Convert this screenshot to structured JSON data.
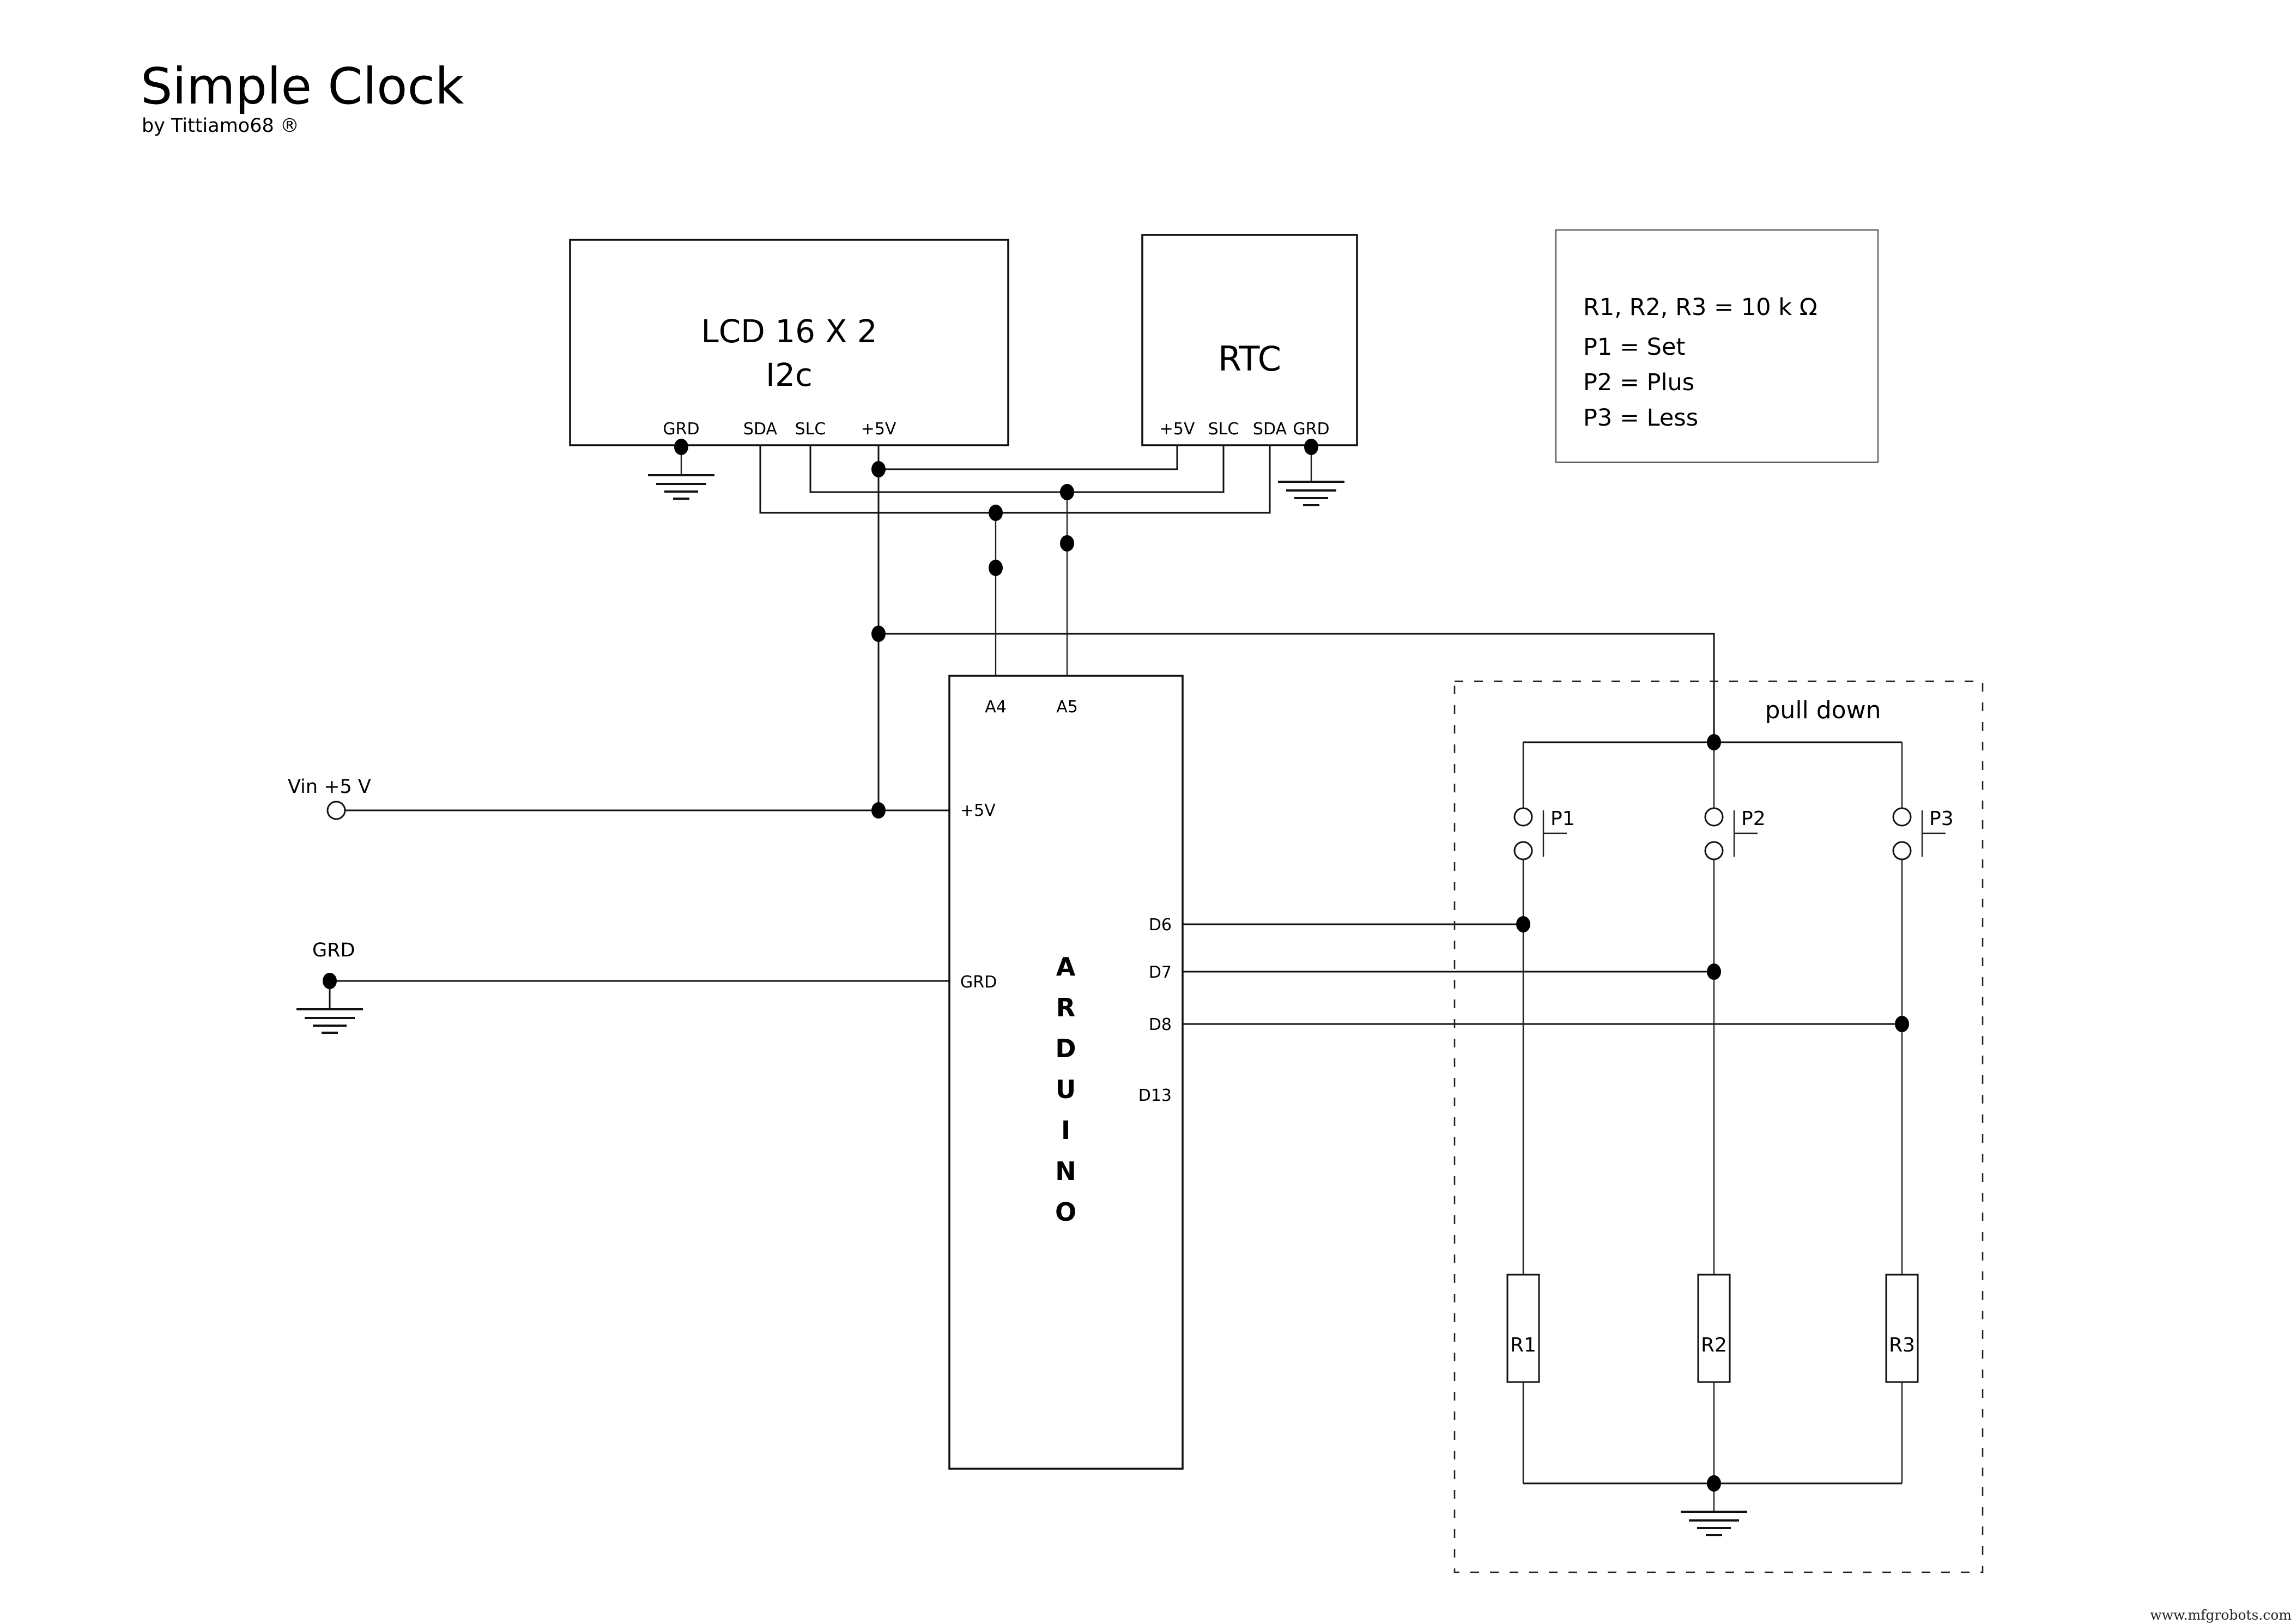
{
  "title": "Simple Clock",
  "byline": "by Tittiamo68  ®",
  "watermark": "www.mfgrobots.com",
  "lcd": {
    "title_line1": "LCD 16 X 2",
    "title_line2": "I2c",
    "pins": [
      "GRD",
      "SDA",
      "SLC",
      "+5V"
    ]
  },
  "rtc": {
    "title": "RTC",
    "pins": [
      "+5V",
      "SLC",
      "SDA",
      "GRD"
    ]
  },
  "notes": {
    "lines": [
      "R1, R2, R3 = 10 k Ω",
      "P1 = Set",
      "P2 = Plus",
      "P3 = Less"
    ]
  },
  "arduino": {
    "name_letters": [
      "A",
      "R",
      "D",
      "U",
      "I",
      "N",
      "O"
    ],
    "top_pins": [
      "A4",
      "A5"
    ],
    "left_pins": [
      "+5V",
      "GRD"
    ],
    "right_pins": [
      "D6",
      "D7",
      "D8",
      "D13"
    ]
  },
  "power": {
    "vin_label": "Vin +5 V",
    "gnd_label": "GRD"
  },
  "pulldown": {
    "label": "pull down",
    "buttons": [
      "P1",
      "P2",
      "P3"
    ],
    "resistors": [
      "R1",
      "R2",
      "R3"
    ]
  },
  "colors": {
    "wire": "#111111",
    "background": "#ffffff"
  }
}
